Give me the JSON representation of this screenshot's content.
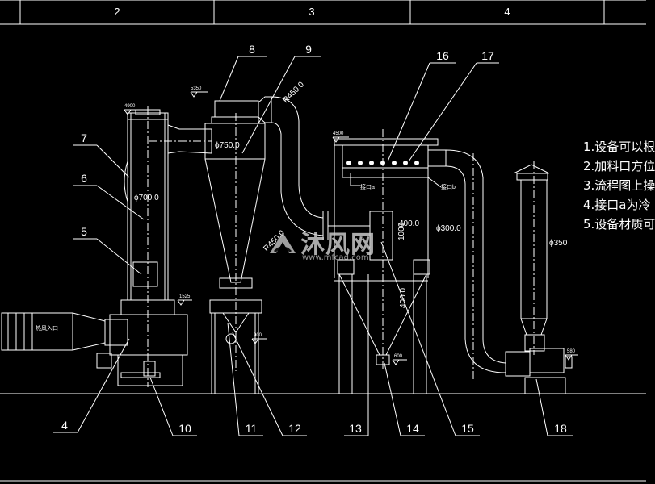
{
  "title_block": {
    "columns": [
      "2",
      "3",
      "4"
    ]
  },
  "callouts": [
    "8",
    "9",
    "16",
    "17",
    "7",
    "6",
    "5",
    "4",
    "10",
    "11",
    "12",
    "13",
    "14",
    "15",
    "18"
  ],
  "dimensions": {
    "r450_top": "R450.0",
    "r450_bottom": "R450.0",
    "d750": "ϕ750.0",
    "d700": "ϕ700.0",
    "d300": "ϕ300.0",
    "w400": "400.0",
    "h1000": "1000",
    "h400": "400.0",
    "d350": "ϕ350"
  },
  "levels": {
    "elev_5350": "5350",
    "elev_4900": "4900",
    "elev_4500": "4500",
    "elev_1525": "1525",
    "elev_900": "900",
    "elev_600": "600",
    "elev_580": "580"
  },
  "ports": {
    "a_port": "接口a",
    "b_port": "接口b"
  },
  "inlet_label": "热风入口",
  "notes": [
    "1.设备可以根",
    "2.加料口方位",
    "3.流程图上操",
    "4.接口a为冷",
    "5.设备材质可"
  ],
  "watermark": {
    "brand": "沐风网",
    "url": "www.mfcad.com"
  }
}
